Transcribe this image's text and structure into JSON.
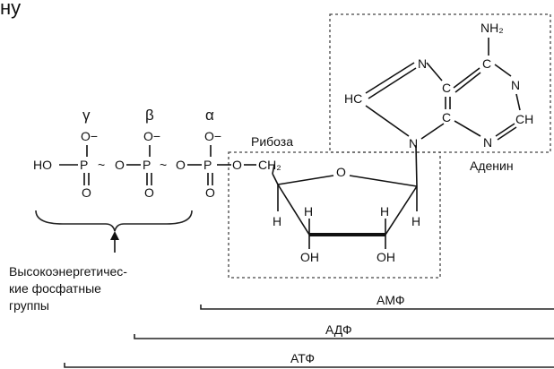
{
  "top_fragment": "ну",
  "phosphates": {
    "gamma": "γ",
    "beta": "β",
    "alpha": "α",
    "o_minus": "O−",
    "ho": "HO",
    "p": "P",
    "o": "O",
    "double_o": "O",
    "tilde": "~",
    "ch2": "CH₂"
  },
  "ribose": {
    "label": "Рибоза",
    "ring_o": "O",
    "h": "H",
    "oh": "OH"
  },
  "adenine": {
    "label": "Аденин",
    "nh2": "NH₂",
    "n": "N",
    "c": "C",
    "hc": "HC",
    "ch": "CH"
  },
  "high_energy_label": [
    "Высокоэнергетичес-",
    "кие фосфатные",
    "группы"
  ],
  "brackets": {
    "amp": "АМФ",
    "adp": "АДФ",
    "atp": "АТФ"
  }
}
